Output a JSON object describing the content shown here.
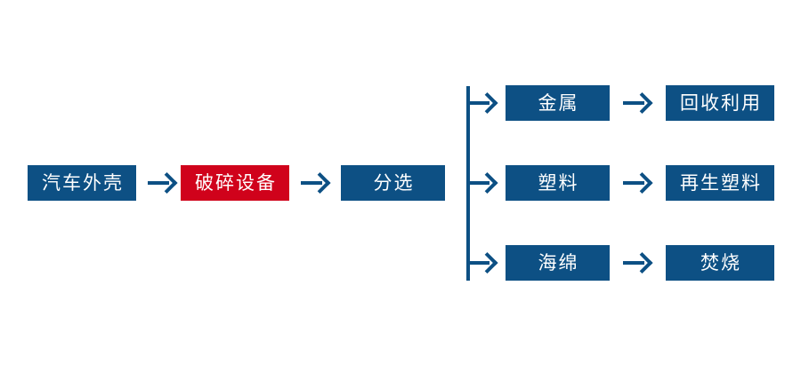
{
  "diagram": {
    "title": "",
    "colors": {
      "primary_blue": "#0d5084",
      "highlight_red": "#d0021b",
      "text": "#ffffff",
      "background": "#ffffff"
    },
    "main_chain": [
      {
        "label": "汽车外壳",
        "color": "#0d5084"
      },
      {
        "label": "破碎设备",
        "color": "#d0021b"
      },
      {
        "label": "分选",
        "color": "#0d5084"
      }
    ],
    "branches": [
      {
        "material": {
          "label": "金属",
          "color": "#0d5084"
        },
        "outcome": {
          "label": "回收利用",
          "color": "#0d5084"
        }
      },
      {
        "material": {
          "label": "塑料",
          "color": "#0d5084"
        },
        "outcome": {
          "label": "再生塑料",
          "color": "#0d5084"
        }
      },
      {
        "material": {
          "label": "海绵",
          "color": "#0d5084"
        },
        "outcome": {
          "label": "焚烧",
          "color": "#0d5084"
        }
      }
    ],
    "connectors": {
      "arrow_icon": "arrow-right-icon",
      "bus_icon": "vertical-branch-line"
    }
  }
}
